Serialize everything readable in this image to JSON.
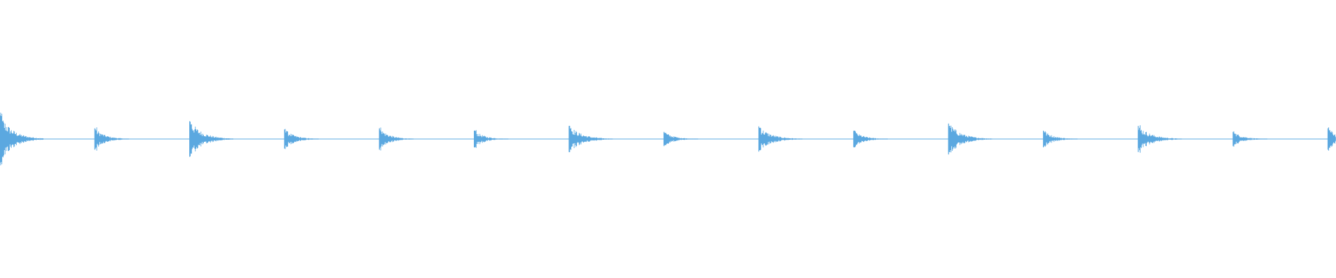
{
  "waveform": {
    "color": "#5ba8e0",
    "background": "#ffffff",
    "peak_amplitude": 1.0,
    "events": [
      {
        "pos": 0.0,
        "amp": 1.0,
        "kind": "strong"
      },
      {
        "pos": 0.071,
        "amp": 0.45,
        "kind": "soft"
      },
      {
        "pos": 0.142,
        "amp": 0.75,
        "kind": "strong"
      },
      {
        "pos": 0.213,
        "amp": 0.4,
        "kind": "soft"
      },
      {
        "pos": 0.284,
        "amp": 0.45,
        "kind": "soft"
      },
      {
        "pos": 0.355,
        "amp": 0.35,
        "kind": "soft"
      },
      {
        "pos": 0.426,
        "amp": 0.55,
        "kind": "strong"
      },
      {
        "pos": 0.497,
        "amp": 0.3,
        "kind": "soft"
      },
      {
        "pos": 0.568,
        "amp": 0.5,
        "kind": "strong"
      },
      {
        "pos": 0.639,
        "amp": 0.32,
        "kind": "soft"
      },
      {
        "pos": 0.71,
        "amp": 0.65,
        "kind": "strong"
      },
      {
        "pos": 0.781,
        "amp": 0.35,
        "kind": "soft"
      },
      {
        "pos": 0.852,
        "amp": 0.55,
        "kind": "strong"
      },
      {
        "pos": 0.923,
        "amp": 0.3,
        "kind": "soft"
      },
      {
        "pos": 0.994,
        "amp": 0.45,
        "kind": "soft"
      }
    ]
  }
}
